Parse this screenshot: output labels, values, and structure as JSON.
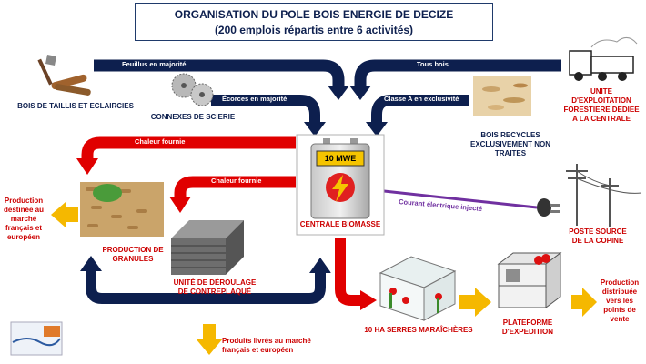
{
  "header": {
    "title": "ORGANISATION DU POLE BOIS ENERGIE DE DECIZE",
    "subtitle": "(200 emplois répartis entre 6 activités)"
  },
  "flows": {
    "feuillus": "Feuillus en majorité",
    "tous_bois": "Tous bois",
    "ecorces": "Écorces en majorité",
    "classe_a": "Classe A en exclusivité",
    "chaleur1": "Chaleur fournie",
    "chaleur2": "Chaleur fournie",
    "chaleur3": "Chaleur fournie",
    "courant": "Courant électrique injecté"
  },
  "nodes": {
    "taillis": "BOIS DE TAILLIS ET ECLAIRCIES",
    "scierie": "CONNEXES DE SCIERIE",
    "recycles": "BOIS RECYCLES EXCLUSIVEMENT NON TRAITES",
    "unite_exploitation": "UNITE D'EXPLOITATION FORESTIERE DEDIEE A LA CENTRALE",
    "centrale": "CENTRALE BIOMASSE",
    "centrale_power": "10 MWE",
    "granules": "PRODUCTION DE GRANULES",
    "deroulage": "UNITÉ DE DÉROULAGE DE CONTREPLAQUÉ",
    "poste": "POSTE SOURCE DE LA COPINE",
    "serres": "10 HA SERRES MARAÎCHÈRES",
    "plateforme": "PLATEFORME D'EXPEDITION"
  },
  "outputs": {
    "granules_out": "Production destinée au marché français et européen",
    "contreplaque_out": "Produits livrés au marché français et européen",
    "serres_out": "Production distribuée vers les points de vente"
  },
  "colors": {
    "navy": "#0d1f4e",
    "red": "#e00000",
    "orange": "#f5b800",
    "purple": "#7030a0"
  }
}
